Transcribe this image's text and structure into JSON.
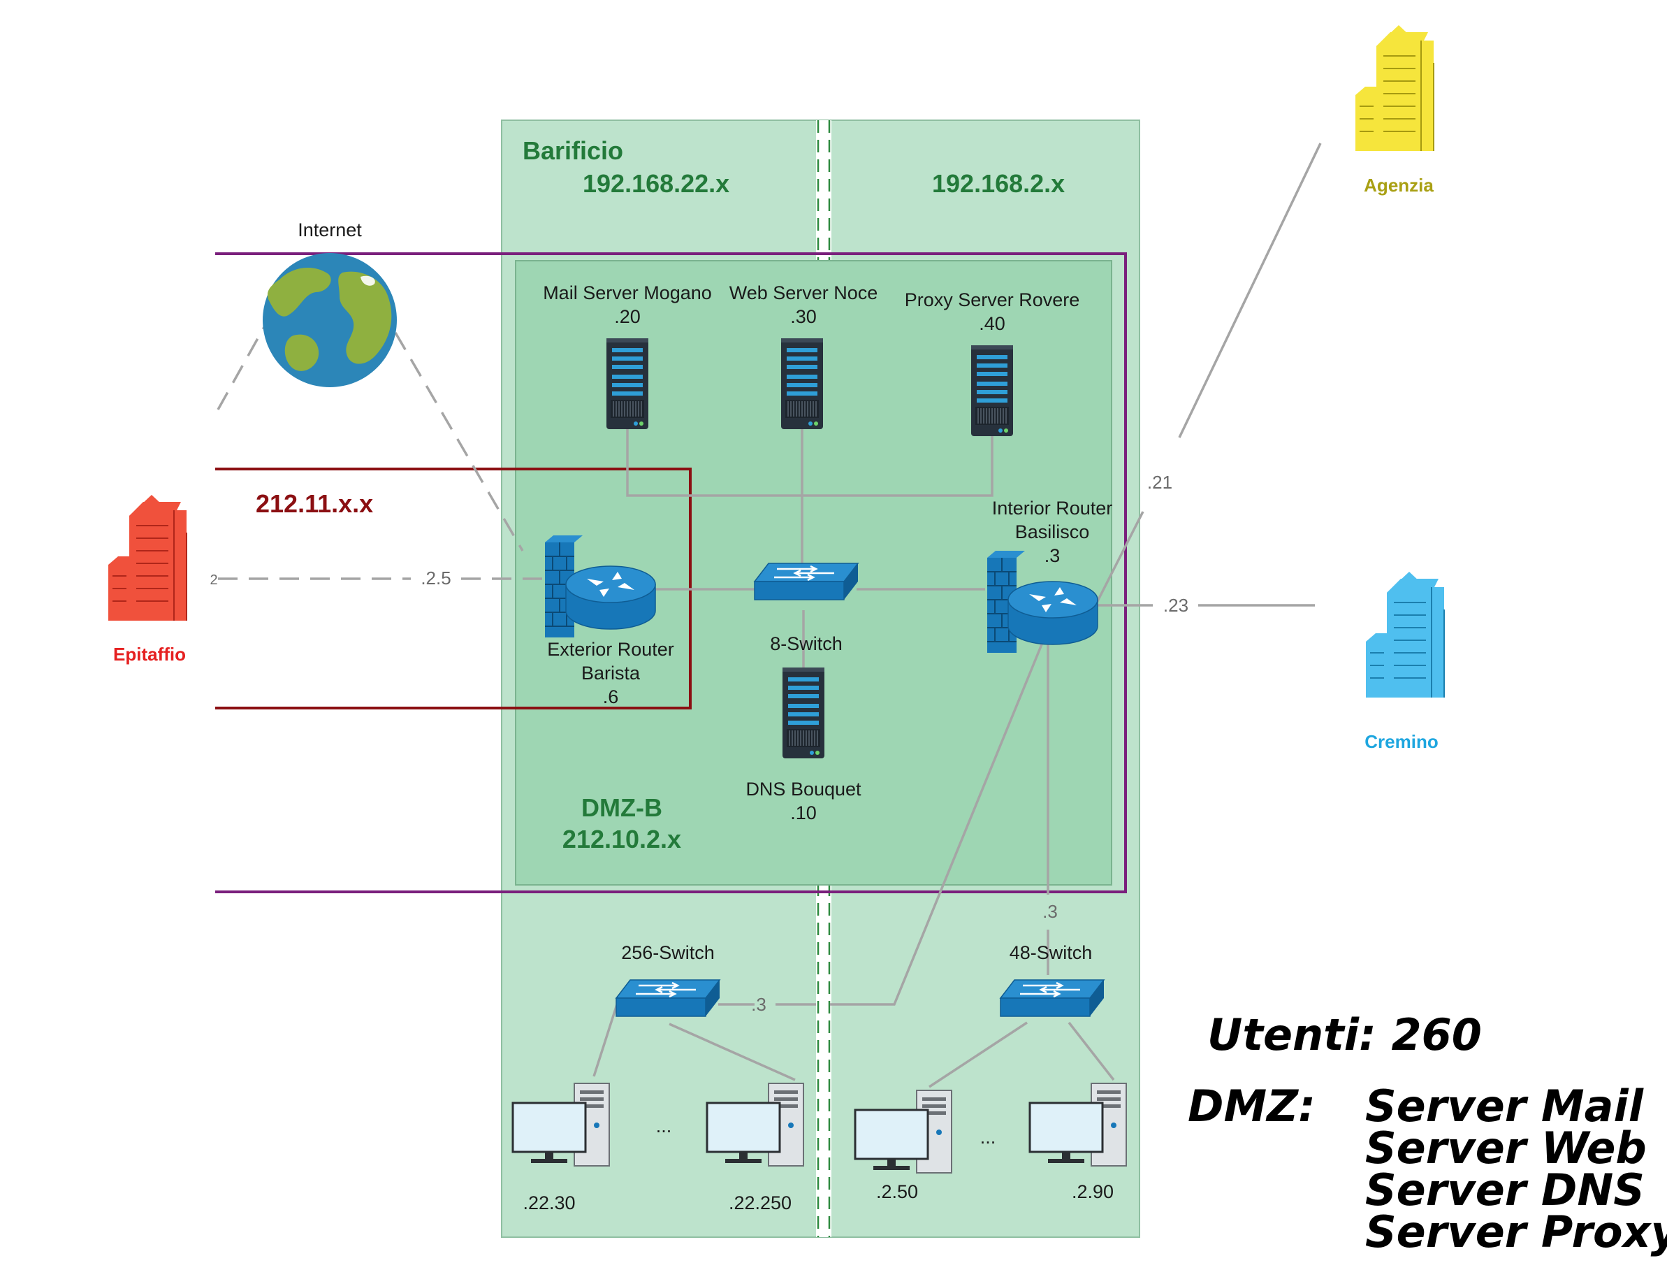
{
  "zones": {
    "barificio_title": "Barificio",
    "subnet_left": "192.168.22.x",
    "subnet_right": "192.168.2.x",
    "dmz_title": "DMZ-B",
    "dmz_subnet": "212.10.2.x",
    "wan_subnet": "212.11.x.x"
  },
  "internet": {
    "label": "Internet"
  },
  "sites": {
    "epitaffio": "Epitaffio",
    "agenzia": "Agenzia",
    "cremino": "Cremino"
  },
  "servers": {
    "mail": {
      "name": "Mail Server Mogano",
      "ip": ".20"
    },
    "web": {
      "name": "Web Server Noce",
      "ip": ".30"
    },
    "proxy": {
      "name": "Proxy Server  Rovere",
      "ip": ".40"
    },
    "dns": {
      "name": "DNS  Bouquet",
      "ip": ".10"
    }
  },
  "routers": {
    "exterior": {
      "line1": "Exterior Router",
      "line2": "Barista",
      "ip": ".6"
    },
    "interior": {
      "line1": "Interior Router",
      "line2": "Basilisco",
      "ip": ".3"
    }
  },
  "switches": {
    "dmz": "8-Switch",
    "left": "256-Switch",
    "right": "48-Switch"
  },
  "links": {
    "epitaffio_ip": ".2.5",
    "agenzia_ip": ".21",
    "cremino_ip": ".23",
    "sw256_ip": ".3",
    "sw48_ip": ".3",
    "left_edge_marker": "2"
  },
  "hosts": {
    "pc1": ".22.30",
    "pc2": ".22.250",
    "pc3": ".2.50",
    "pc4": ".2.90",
    "ellipsis_left": "...",
    "ellipsis_right": "..."
  },
  "summary": {
    "users": "Utenti: 260",
    "dmz_label": "DMZ:",
    "dmz_items": [
      "Server Mail",
      "Server Web",
      "Server DNS",
      "Server Proxy"
    ]
  },
  "colors": {
    "zone_outer": "#bde3cc",
    "zone_dmz": "#9ed6b3",
    "wan_box": "#8b0f12",
    "internet_box": "#7a1f7c",
    "device_blue": "#1777b8",
    "server_dark": "#2a3540",
    "epitaffio": "#f0513c",
    "agenzia": "#f6e53c",
    "cremino": "#4fbfef"
  }
}
